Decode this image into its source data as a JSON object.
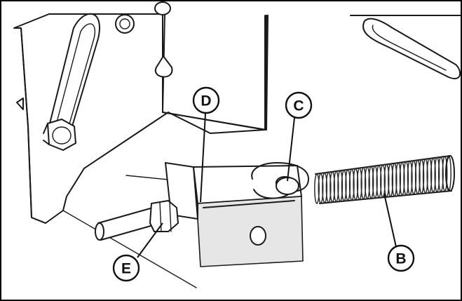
{
  "callouts": {
    "B": "B",
    "C": "C",
    "D": "D",
    "E": "E"
  },
  "colors": {
    "line": "#1a1a1a",
    "background": "#ffffff",
    "frame": "#000000"
  }
}
